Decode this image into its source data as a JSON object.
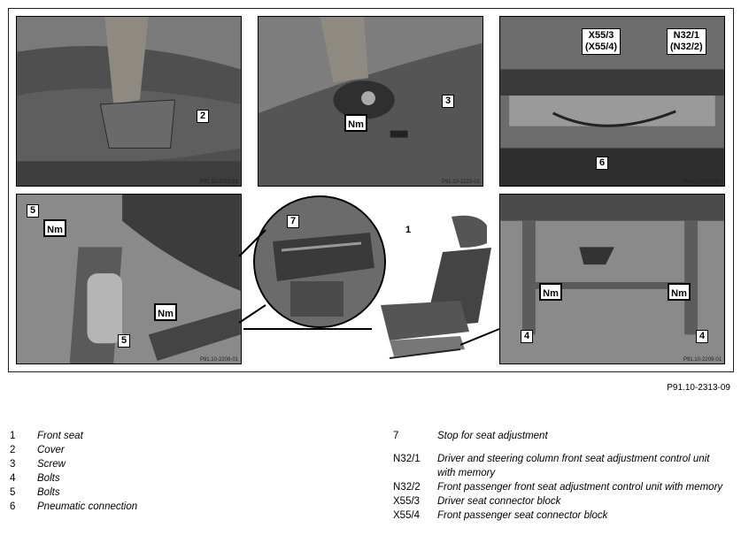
{
  "panels": {
    "p1": {
      "code": "P91.10-2222-01"
    },
    "p2": {
      "code": "P91.10-2223-01"
    },
    "p3": {
      "code": "P54.21-2113-01"
    },
    "p4": {
      "code": "P91.10-2208-01"
    },
    "p5": {
      "code": "P91.10-2209-01"
    }
  },
  "callouts": {
    "c2": "2",
    "c3": "3",
    "c5a": "5",
    "c5b": "5",
    "c7": "7",
    "c1": "1",
    "c6": "6",
    "c4a": "4",
    "c4b": "4"
  },
  "nm_label": "Nm",
  "connectors": {
    "x55_line1": "X55/3",
    "x55_line2": "(X55/4)",
    "n32_line1": "N32/1",
    "n32_line2": "(N32/2)"
  },
  "figure_ref": "P91.10-2313-09",
  "legend_left": [
    {
      "num": "1",
      "text": "Front seat"
    },
    {
      "num": "2",
      "text": "Cover"
    },
    {
      "num": "3",
      "text": "Screw"
    },
    {
      "num": "4",
      "text": "Bolts"
    },
    {
      "num": "5",
      "text": "Bolts"
    },
    {
      "num": "6",
      "text": "Pneumatic connection"
    }
  ],
  "legend_right": [
    {
      "num": "7",
      "text": "Stop for seat adjustment"
    },
    {
      "num": "N32/1",
      "text": "Driver and steering column front seat adjustment control unit with memory"
    },
    {
      "num": "N32/2",
      "text": "Front passenger front seat adjustment control unit with memory"
    },
    {
      "num": "X55/3",
      "text": "Driver seat connector block"
    },
    {
      "num": "X55/4",
      "text": "Front passenger seat connector block"
    }
  ]
}
